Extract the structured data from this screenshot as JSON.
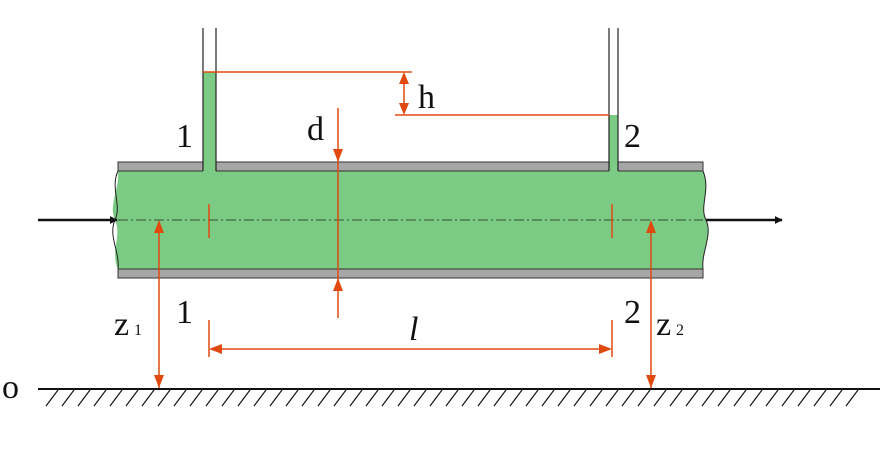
{
  "diagram": {
    "labels": {
      "section1_top": "1",
      "section2_top": "2",
      "section1_bottom": "1",
      "section2_bottom": "2",
      "head_difference": "h",
      "diameter": "d",
      "length": "l",
      "z1_letter": "z",
      "z1_sub": "1",
      "z2_letter": "z",
      "z2_sub": "2",
      "datum": "o"
    },
    "colors": {
      "fluid": "#7ccb85",
      "dimension": "#e04a10",
      "pipe_wall": "#a6a6a6",
      "outline": "#222222"
    }
  }
}
